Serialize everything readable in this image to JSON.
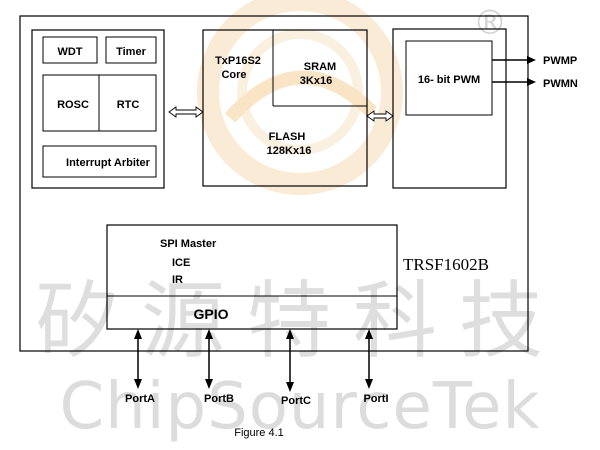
{
  "watermark": {
    "brand_cn": "矽源特科技",
    "brand_en": "ChipSourceTek",
    "registered": "®"
  },
  "blocks": {
    "wdt": "WDT",
    "timer": "Timer",
    "rosc": "ROSC",
    "rtc": "RTC",
    "interrupt_arbiter": "Interrupt Arbiter",
    "core_line1": "TxP16S2",
    "core_line2": "Core",
    "sram_line1": "SRAM",
    "sram_line2": "3Kx16",
    "flash_line1": "FLASH",
    "flash_line2": "128Kx16",
    "pwm": "16- bit PWM",
    "spi_master": "SPI Master",
    "ice": "ICE",
    "ir": "IR",
    "gpio": "GPIO"
  },
  "chip_name": "TRSF1602B",
  "outputs": [
    "PWMP",
    "PWMN"
  ],
  "ports": [
    "PortA",
    "PortB",
    "PortC",
    "PortI"
  ],
  "caption": "Figure 4.1"
}
